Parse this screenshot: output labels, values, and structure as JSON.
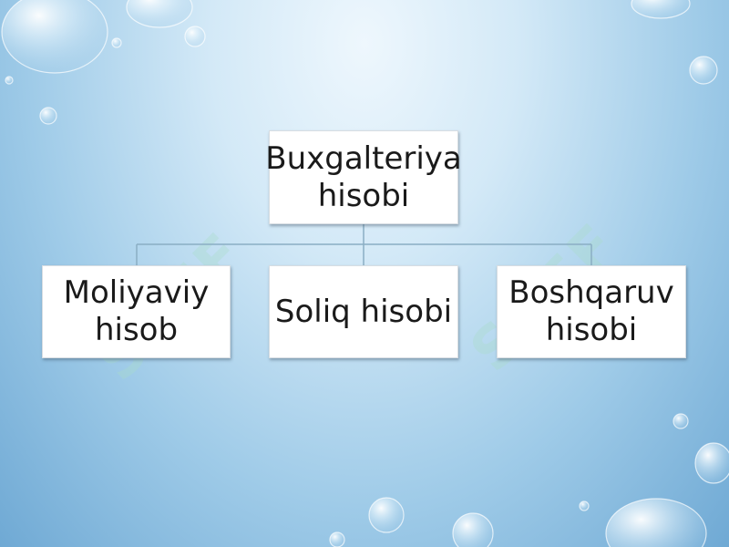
{
  "diagram": {
    "root": {
      "label": "Buxgalteriya hisobi"
    },
    "children": [
      {
        "label": "Moliyaviy hisob"
      },
      {
        "label": "Soliq hisobi"
      },
      {
        "label": "Boshqaruv hisobi"
      }
    ]
  },
  "watermark": "SOFF",
  "colors": {
    "background_top": "#eef7fd",
    "background_bottom": "#6fa9d4",
    "connector": "#8aaec4",
    "node_fill": "#ffffff",
    "text": "#1a1a1a"
  }
}
